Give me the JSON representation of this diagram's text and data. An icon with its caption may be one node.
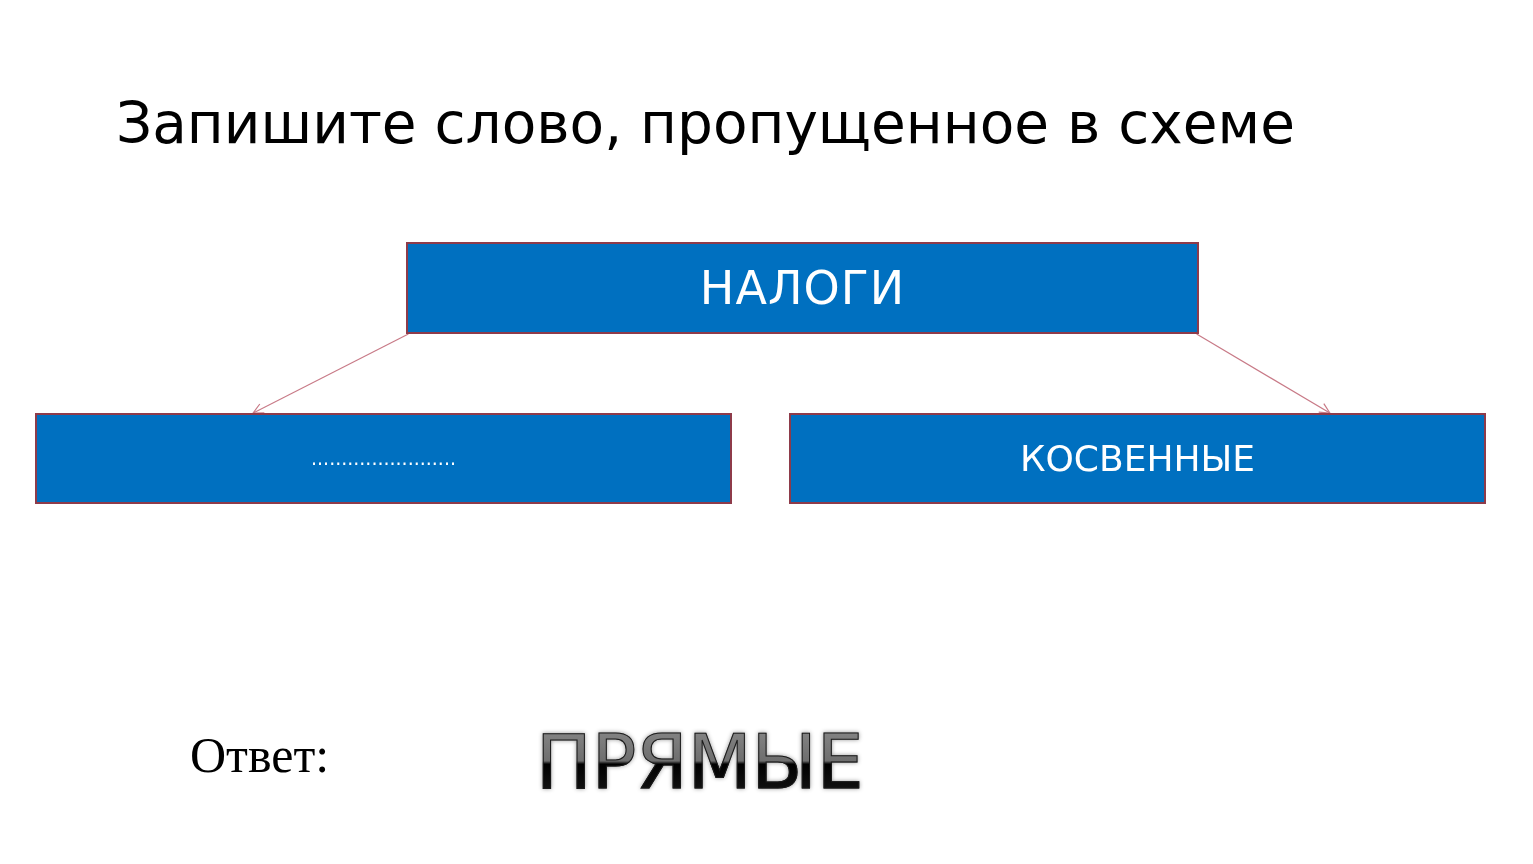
{
  "diagram": {
    "title": "Запишите слово, пропущенное в схеме",
    "nodes": [
      {
        "text": [
          "НАЛОГИ"
        ]
      },
      {
        "text": [
          "........................"
        ]
      },
      {
        "text": [
          "КОСВЕННЫЕ"
        ]
      }
    ],
    "edges": [
      {
        "from": 0,
        "to": 1,
        "arrow": "to"
      },
      {
        "from": 0,
        "to": 2,
        "arrow": "to"
      }
    ],
    "labels": [
      "Ответ:",
      "ПРЯМЫЕ"
    ]
  }
}
